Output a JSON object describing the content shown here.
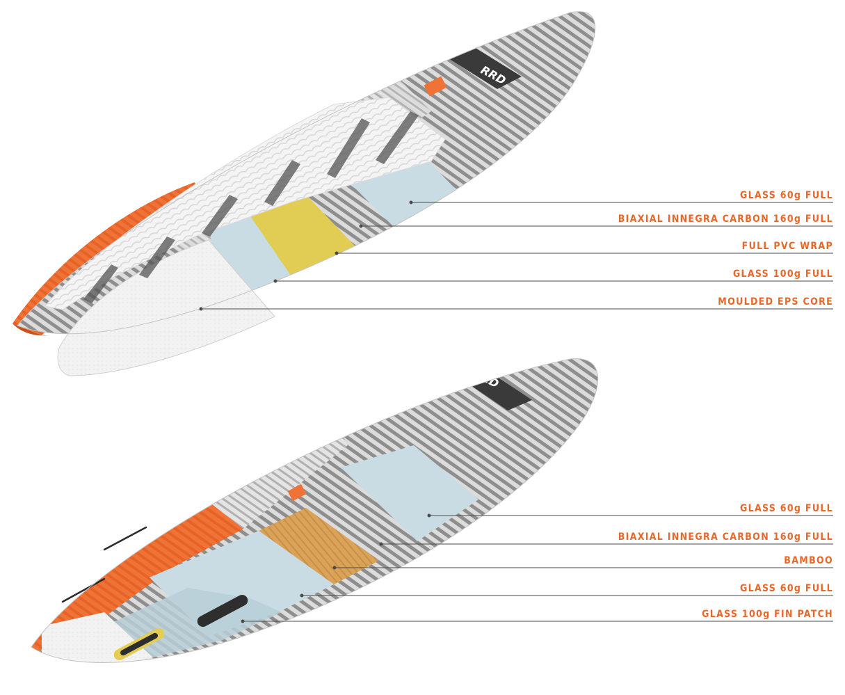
{
  "accent_color": "#e8672a",
  "leader_color": "#4a4a4a",
  "brand_mark": "RRD",
  "top_board": {
    "layers": [
      {
        "label": "GLASS 60g FULL"
      },
      {
        "label": "BIAXIAL INNEGRA CARBON 160g FULL"
      },
      {
        "label": "FULL PVC WRAP"
      },
      {
        "label": "GLASS 100g FULL"
      },
      {
        "label": "MOULDED EPS CORE"
      }
    ]
  },
  "bottom_board": {
    "layers": [
      {
        "label": "GLASS 60g FULL"
      },
      {
        "label": "BIAXIAL INNEGRA CARBON 160g FULL"
      },
      {
        "label": "BAMBOO"
      },
      {
        "label": "GLASS 60g FULL"
      },
      {
        "label": "GLASS 100g FIN PATCH"
      }
    ]
  }
}
